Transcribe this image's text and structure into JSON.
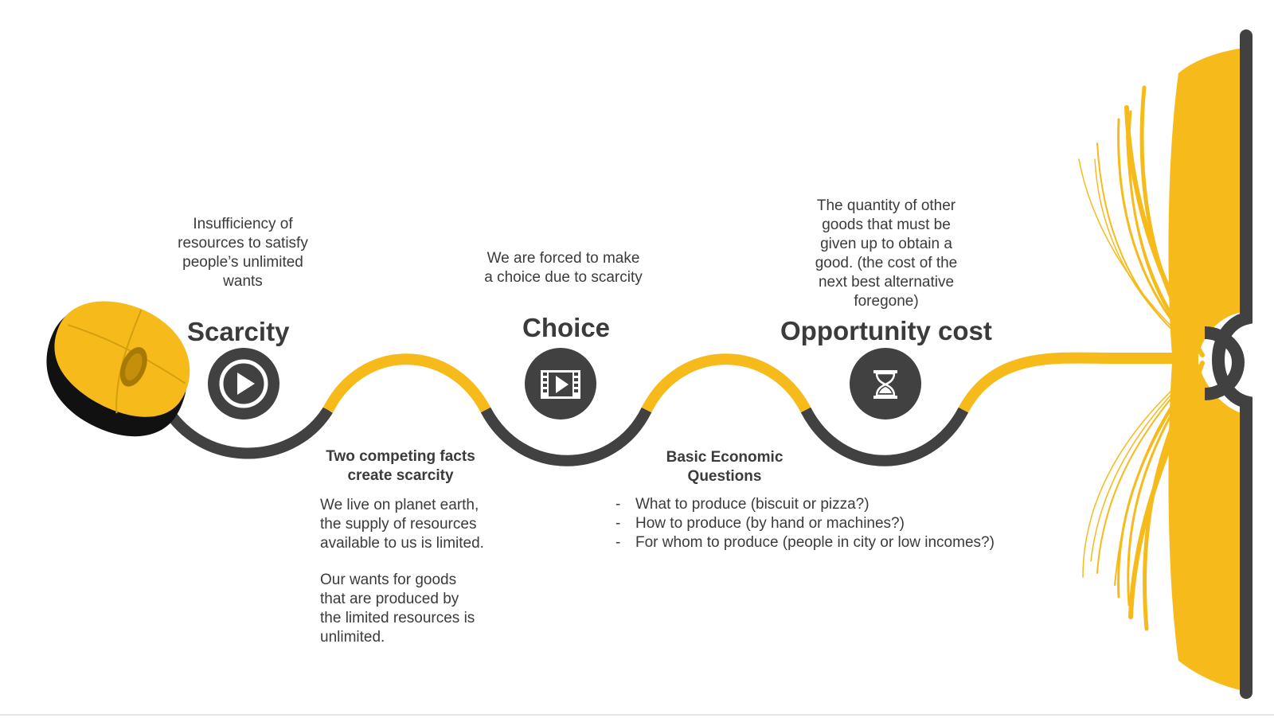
{
  "colors": {
    "accent": "#F6BB1B",
    "dark": "#414141",
    "text": "#3b3b3b",
    "background": "#FFFFFF"
  },
  "steps": [
    {
      "title": "Scarcity",
      "icon": "play-icon",
      "description": [
        "Insufficiency of",
        "resources to satisfy",
        "people’s unlimited",
        "wants"
      ]
    },
    {
      "title": "Choice",
      "icon": "film-icon",
      "description": [
        "We are forced to make",
        "a choice due to scarcity"
      ]
    },
    {
      "title": "Opportunity cost",
      "icon": "hourglass-icon",
      "description": [
        "The quantity of other",
        "goods that must be",
        "given up to obtain a",
        "good. (the cost of the",
        "next best alternative",
        "foregone)"
      ]
    }
  ],
  "competing_facts": {
    "heading": [
      "Two competing facts",
      "create scarcity"
    ],
    "paragraph1": [
      "We live on planet earth,",
      "the supply of resources",
      "available to us is limited."
    ],
    "paragraph2": [
      "Our wants for goods",
      "that are produced by",
      "the limited resources is",
      "unlimited."
    ]
  },
  "economic_questions": {
    "heading": [
      "Basic Economic",
      "Questions"
    ],
    "items": [
      "What to produce (biscuit or pizza?)",
      "How to produce (by hand or machines?)",
      "For whom to produce (people in city or low incomes?)"
    ]
  },
  "decorations": [
    "computer-mouse-icon",
    "open-book-icon"
  ]
}
